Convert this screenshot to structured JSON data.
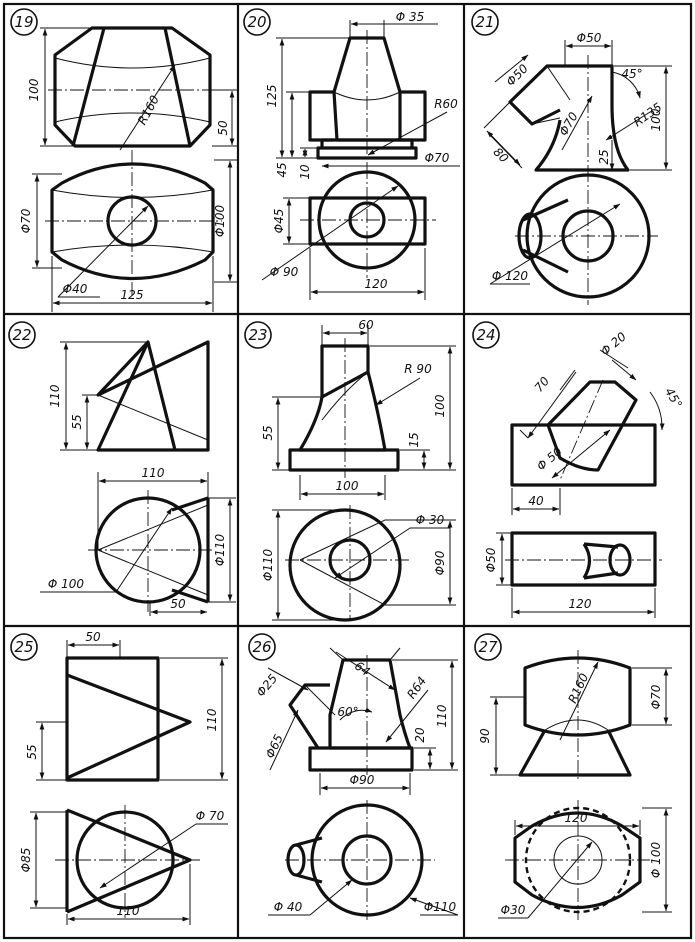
{
  "colors": {
    "ink": "#111111",
    "paper": "#ffffff"
  },
  "panels": [
    {
      "number": "19",
      "dims": [
        "100",
        "R160",
        "50",
        "Φ70",
        "Φ100",
        "Φ40",
        "125"
      ]
    },
    {
      "number": "20",
      "dims": [
        "Φ 35",
        "125",
        "R60",
        "45",
        "10",
        "Φ70",
        "Φ45",
        "Φ 90",
        "120"
      ]
    },
    {
      "number": "21",
      "dims": [
        "Φ50",
        "Φ50",
        "45°",
        "Φ70",
        "R135",
        "80",
        "25",
        "100",
        "Φ 120"
      ]
    },
    {
      "number": "22",
      "dims": [
        "110",
        "55",
        "110",
        "Φ110",
        "Φ 100",
        "50"
      ]
    },
    {
      "number": "23",
      "dims": [
        "60",
        "R 90",
        "55",
        "100",
        "15",
        "100",
        "Φ 30",
        "Φ110",
        "Φ90"
      ]
    },
    {
      "number": "24",
      "dims": [
        "Φ 20",
        "70",
        "45°",
        "Φ 50",
        "40",
        "Φ50",
        "120"
      ]
    },
    {
      "number": "25",
      "dims": [
        "50",
        "110",
        "55",
        "Φ 70",
        "Φ85",
        "110"
      ]
    },
    {
      "number": "26",
      "dims": [
        "Φ25",
        "64",
        "R64",
        "60°",
        "110",
        "Φ65",
        "20",
        "Φ90",
        "Φ 40",
        "Φ110"
      ]
    },
    {
      "number": "27",
      "dims": [
        "R160",
        "Φ70",
        "90",
        "120",
        "Φ 100",
        "Φ30"
      ]
    }
  ]
}
